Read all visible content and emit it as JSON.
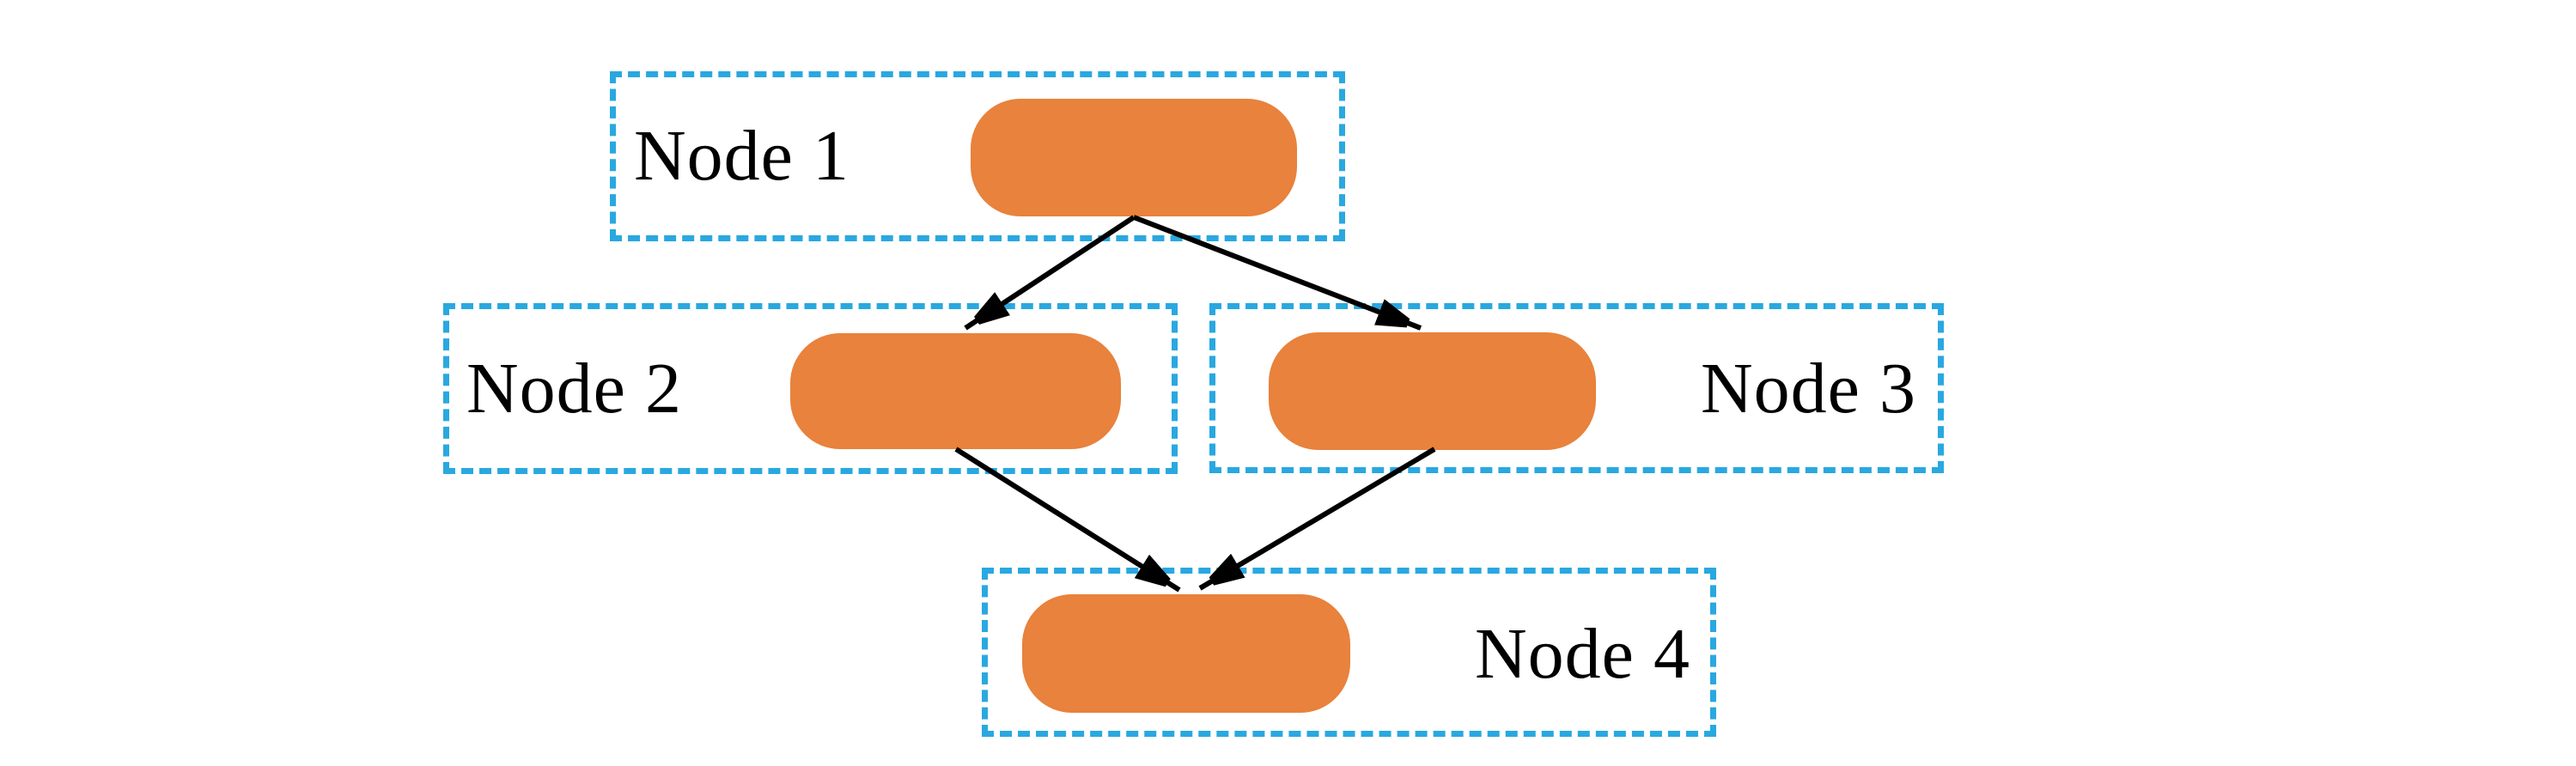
{
  "diagram": {
    "nodes": [
      {
        "id": "node1",
        "label": "Node 1",
        "label_side": "left",
        "row": "top"
      },
      {
        "id": "node2",
        "label": "Node 2",
        "label_side": "left",
        "row": "middle"
      },
      {
        "id": "node3",
        "label": "Node 3",
        "label_side": "right",
        "row": "middle"
      },
      {
        "id": "node4",
        "label": "Node 4",
        "label_side": "right",
        "row": "bottom"
      }
    ],
    "edges": [
      {
        "from": "node1",
        "to": "node2"
      },
      {
        "from": "node1",
        "to": "node3"
      },
      {
        "from": "node2",
        "to": "node4"
      },
      {
        "from": "node3",
        "to": "node4"
      }
    ],
    "colors": {
      "shape_fill": "#E8823C",
      "container_border": "#29A8E0",
      "arrow": "#000000",
      "label_text": "#000000",
      "background": "#FFFFFF"
    }
  }
}
